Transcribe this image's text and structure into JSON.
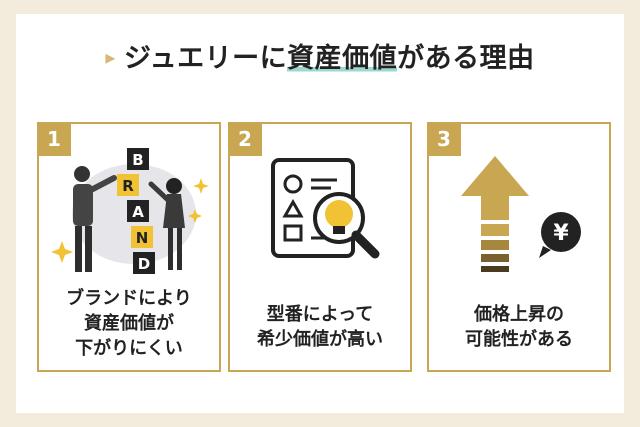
{
  "title": {
    "prefix": "ジュエリーに",
    "highlight": "資産価値",
    "suffix": "がある理由"
  },
  "cards": [
    {
      "number": "1",
      "brand_letters": [
        "B",
        "R",
        "A",
        "N",
        "D"
      ],
      "lines": [
        "ブランドにより",
        "資産価値が",
        "下がりにくい"
      ]
    },
    {
      "number": "2",
      "lines": [
        "型番によって",
        "希少価値が高い"
      ]
    },
    {
      "number": "3",
      "currency": "¥",
      "lines": [
        "価格上昇の",
        "可能性がある"
      ]
    }
  ],
  "colors": {
    "gold": "#c9a652",
    "dark": "#222222",
    "highlight": "#9bd8cf",
    "background": "#f3ecdc"
  }
}
